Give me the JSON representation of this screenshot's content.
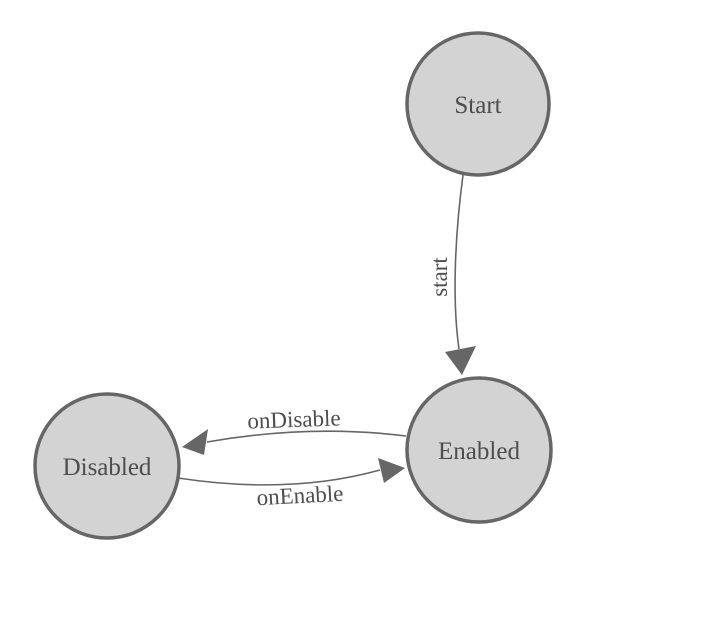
{
  "diagram": {
    "kind": "state-machine",
    "nodes": [
      {
        "id": "start",
        "label": "Start"
      },
      {
        "id": "enabled",
        "label": "Enabled"
      },
      {
        "id": "disabled",
        "label": "Disabled"
      }
    ],
    "edges": [
      {
        "id": "start-transition",
        "label": "start",
        "from": "Start",
        "to": "Enabled"
      },
      {
        "id": "on-disable",
        "label": "onDisable",
        "from": "Enabled",
        "to": "Disabled"
      },
      {
        "id": "on-enable",
        "label": "onEnable",
        "from": "Disabled",
        "to": "Enabled"
      }
    ],
    "colors": {
      "background": "#ffffff",
      "node_fill": "#d3d3d3",
      "node_stroke": "#666666",
      "edge_stroke": "#666666",
      "arrow_fill": "#666666",
      "label_text": "#4d4d4d"
    }
  }
}
